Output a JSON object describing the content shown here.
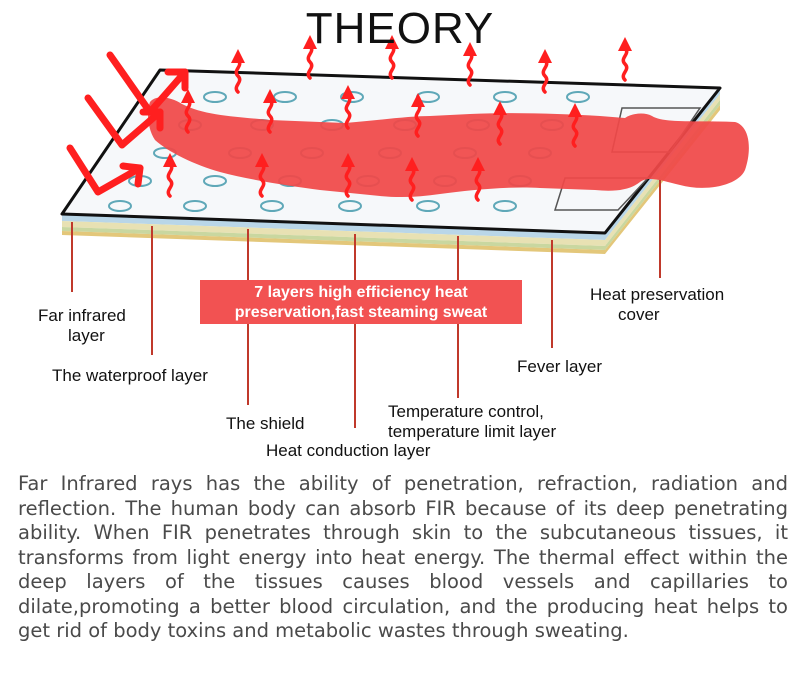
{
  "title": "THEORY",
  "banner": {
    "line1": "7 layers high efficiency heat",
    "line2": "preservation,fast steaming sweat"
  },
  "labels": {
    "far_infrared": [
      "Far infrared",
      "layer"
    ],
    "waterproof": "The waterproof layer",
    "shield": "The shield",
    "heat_conduction": "Heat conduction layer",
    "temperature_control": [
      "Temperature control,",
      "temperature limit layer"
    ],
    "fever": "Fever layer",
    "heat_preservation": [
      "Heat preservation",
      "cover"
    ]
  },
  "description": "Far Infrared rays has the ability of penetration, refraction, radiation and reflection. The human body can absorb FIR because of its deep penetrating ability. When FIR penetrates through skin to the subcutaneous tissues, it transforms from light energy into heat energy. The thermal effect within the deep layers of the tissues causes blood vessels and capillaries to dilate,promoting a better blood circulation, and the producing heat helps to get rid of body toxins and metabolic wastes through sweating.",
  "colors": {
    "accent_red": "#ff2a2a",
    "body_red": "#f04848",
    "banner_red": "#f25252",
    "leader_red": "#c0392b",
    "circle_teal": "#5fa8b8",
    "mat_top": "#f6f8fa",
    "mat_border": "#111111"
  },
  "icons": [
    "far-infrared-arrow-icon",
    "heat-wave-arrow-icon",
    "human-body-silhouette"
  ]
}
